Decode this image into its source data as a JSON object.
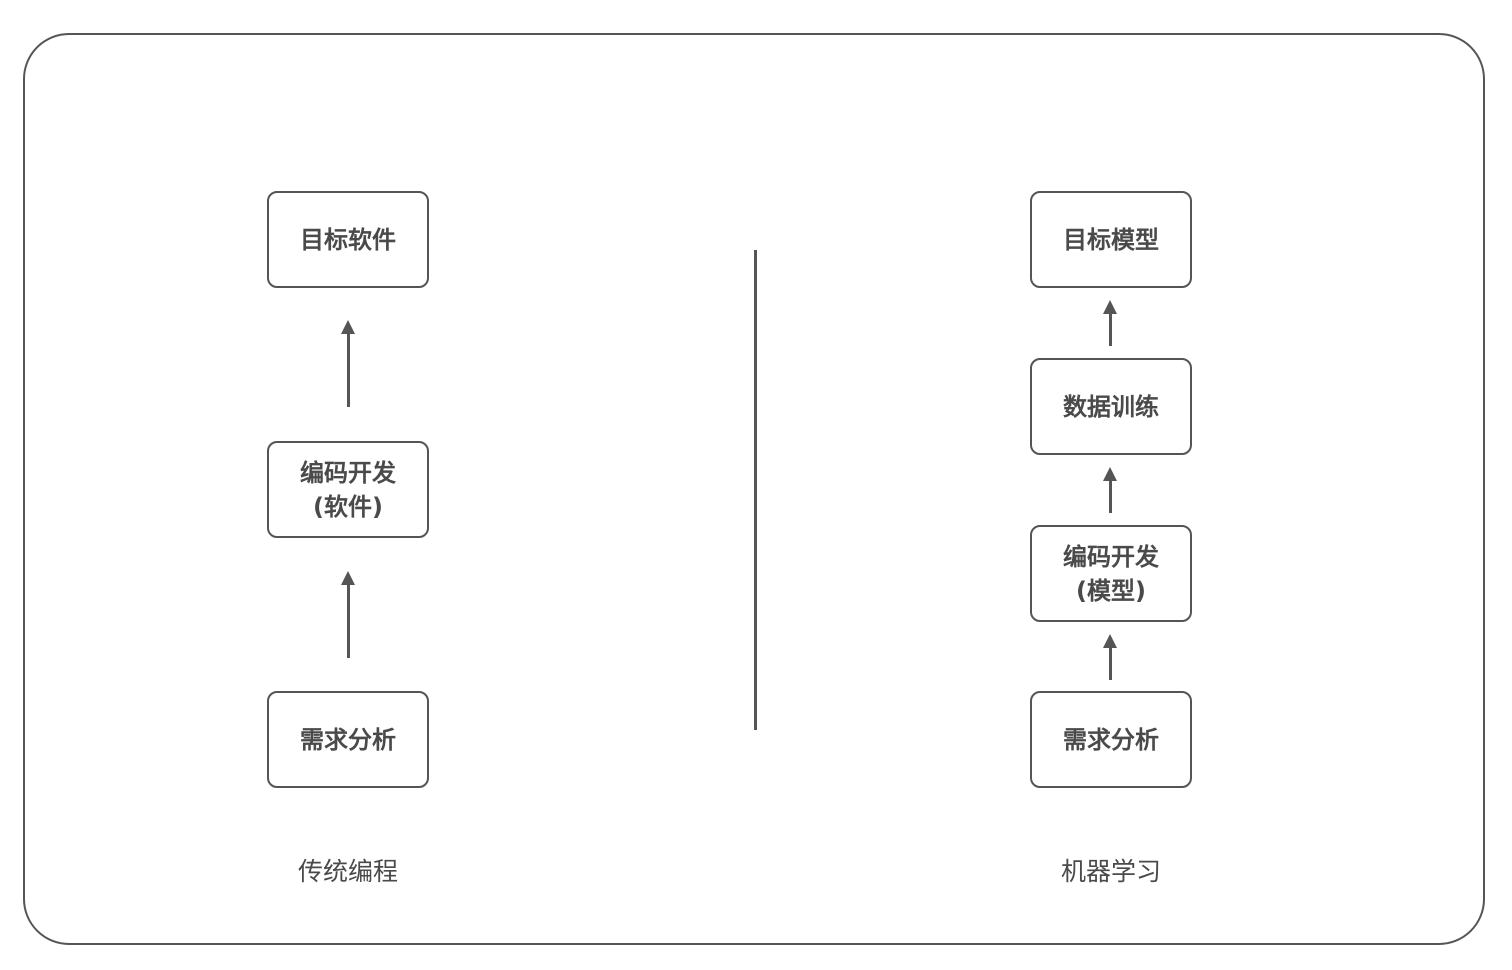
{
  "traditional": {
    "caption": "传统编程",
    "steps": [
      {
        "lines": [
          "需求分析"
        ]
      },
      {
        "lines": [
          "编码开发",
          "(软件)"
        ]
      },
      {
        "lines": [
          "目标软件"
        ]
      }
    ]
  },
  "machine_learning": {
    "caption": "机器学习",
    "steps": [
      {
        "lines": [
          "需求分析"
        ]
      },
      {
        "lines": [
          "编码开发",
          "(模型)"
        ]
      },
      {
        "lines": [
          "数据训练"
        ]
      },
      {
        "lines": [
          "目标模型"
        ]
      }
    ]
  },
  "colors": {
    "stroke": "#555555",
    "text": "#4a4a4a",
    "background": "#ffffff"
  }
}
